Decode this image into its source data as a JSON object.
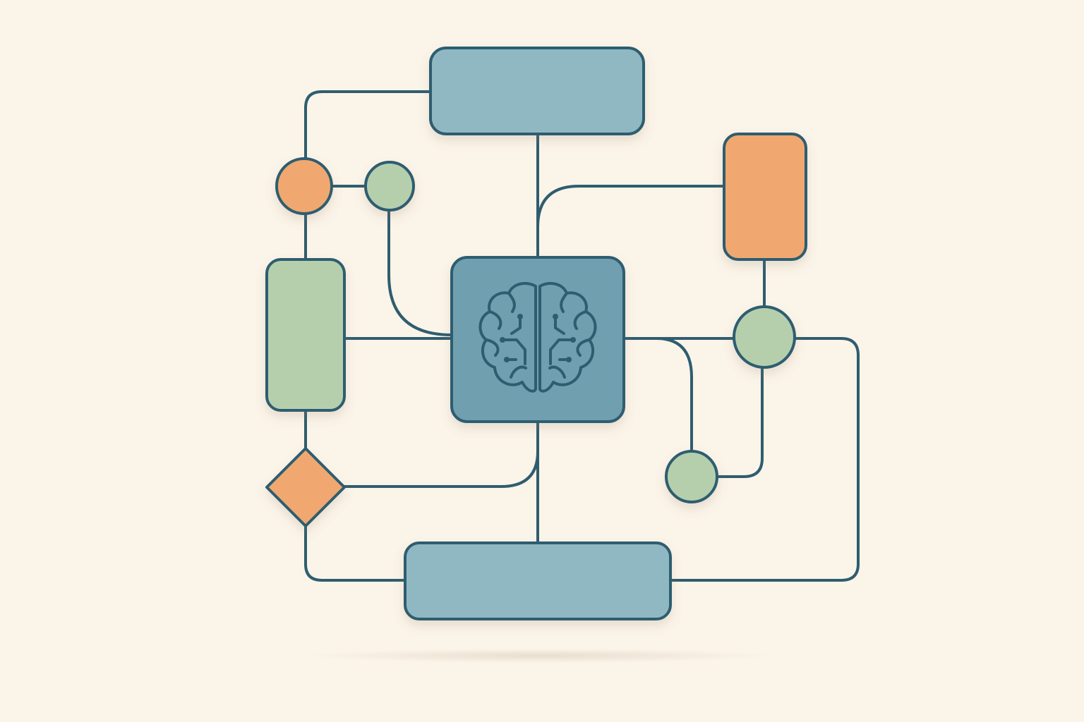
{
  "diagram": {
    "colors": {
      "background": "#fbf4e8",
      "outline": "#2f5d70",
      "blue": "#8fb8c2",
      "blue_center": "#6f9fb0",
      "green": "#b5cfad",
      "orange": "#f0a870",
      "brain_fill": "#fbf1df"
    },
    "nodes": [
      {
        "id": "top-box",
        "shape": "rounded-rect",
        "color": "blue"
      },
      {
        "id": "bottom-box",
        "shape": "rounded-rect",
        "color": "blue"
      },
      {
        "id": "center-box",
        "shape": "rounded-rect",
        "color": "blue_center",
        "icon": "brain-circuit-icon"
      },
      {
        "id": "left-tall-box",
        "shape": "rounded-rect",
        "color": "green"
      },
      {
        "id": "right-tall-box",
        "shape": "rounded-rect",
        "color": "orange"
      },
      {
        "id": "orange-circle",
        "shape": "circle",
        "color": "orange"
      },
      {
        "id": "green-circle-top",
        "shape": "circle",
        "color": "green"
      },
      {
        "id": "green-circle-right",
        "shape": "circle",
        "color": "green"
      },
      {
        "id": "green-circle-bottom",
        "shape": "circle",
        "color": "green"
      },
      {
        "id": "decision-diamond",
        "shape": "diamond",
        "color": "orange"
      }
    ]
  }
}
